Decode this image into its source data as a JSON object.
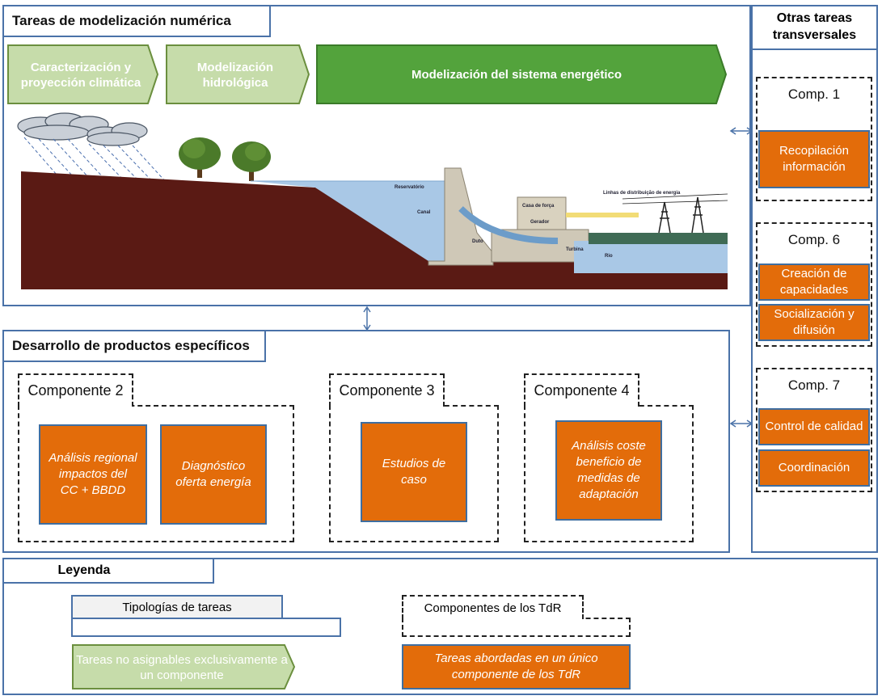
{
  "top": {
    "title": "Tareas de modelización numérica",
    "arrows": [
      "Caracterización  y proyección climática",
      "Modelización hidrológica",
      "Modelización del sistema energético"
    ],
    "illustration_labels": {
      "reservoir": "Reservatório",
      "canal": "Canal",
      "duto": "Duto",
      "powerhouse": "Casa de força",
      "generator": "Gerador",
      "turbine": "Turbina",
      "river": "Rio",
      "lines": "Linhas de distribuição de energia"
    }
  },
  "right": {
    "title": "Otras tareas transversales",
    "groups": [
      {
        "header": "Comp. 1",
        "items": [
          "Recopilación información"
        ]
      },
      {
        "header": "Comp. 6",
        "items": [
          "Creación de capacidades",
          "Socialización y difusión"
        ]
      },
      {
        "header": "Comp. 7",
        "items": [
          "Control de calidad",
          "Coordinación"
        ]
      }
    ]
  },
  "middle": {
    "title": "Desarrollo de productos específicos",
    "components": [
      {
        "label": "Componente 2",
        "tasks": [
          "Análisis regional impactos del CC + BBDD",
          "Diagnóstico oferta energía"
        ]
      },
      {
        "label": "Componente 3",
        "tasks": [
          "Estudios de caso"
        ]
      },
      {
        "label": "Componente 4",
        "tasks": [
          "Análisis coste beneficio de medidas de adaptación"
        ]
      }
    ]
  },
  "legend": {
    "title": "Leyenda",
    "task_types": "Tipologías de tareas",
    "tdr_components": "Componentes de los TdR",
    "non_assignable": "Tareas no asignables exclusivamente a un componente",
    "single_component": "Tareas abordadas en un único componente de los TdR"
  },
  "colors": {
    "frame_blue": "#4a72a8",
    "orange": "#e36c0a",
    "light_green": "#c6dcaa",
    "dark_green": "#53a33c",
    "earth": "#5a1a14",
    "water": "#a9c8e6"
  }
}
